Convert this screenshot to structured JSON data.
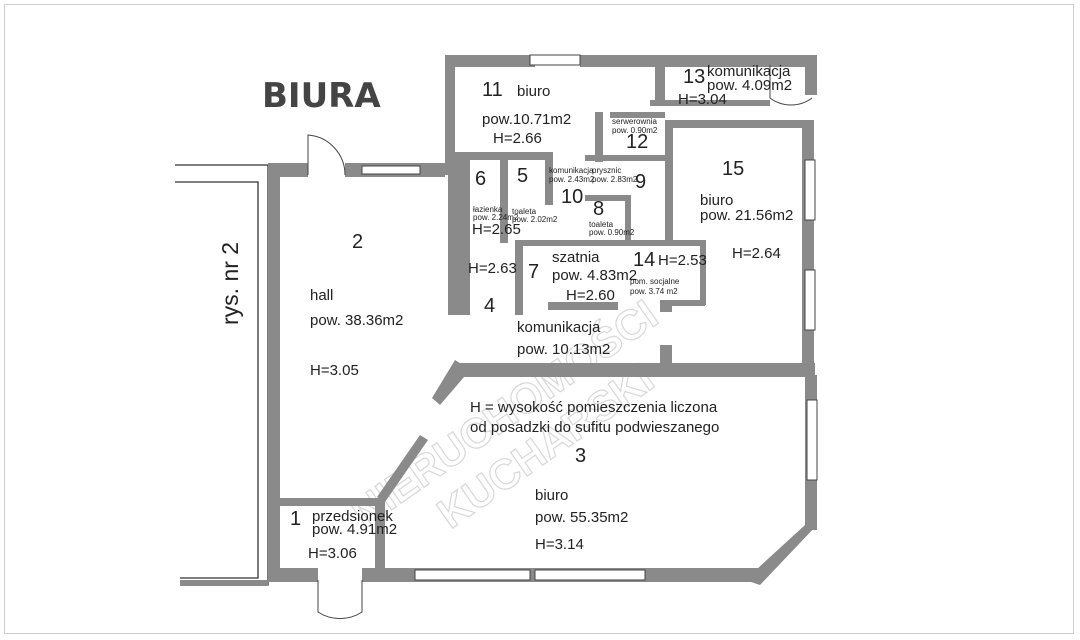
{
  "title": "BIURA",
  "street_label": "rys. nr 2",
  "watermark": [
    "NIERUCHOMOŚCI",
    "KUCHARSKI"
  ],
  "note_line1": "H = wysokość pomieszczenia liczona",
  "note_line2": "od posadzki do sufitu podwieszanego",
  "rooms": [
    {
      "num": "1",
      "name": "przedsionek",
      "area": "pow. 4.91m2",
      "height": "H=3.06"
    },
    {
      "num": "2",
      "name": "hall",
      "area": "pow. 38.36m2",
      "height": "H=3.05"
    },
    {
      "num": "3",
      "name": "biuro",
      "area": "pow. 55.35m2",
      "height": "H=3.14"
    },
    {
      "num": "4",
      "name": "komunikacja",
      "area": "pow. 10.13m2",
      "height": "H=2.63"
    },
    {
      "num": "5",
      "name": "toaleta",
      "area": "pow. 2.02m2",
      "height": ""
    },
    {
      "num": "6",
      "name": "łazienka",
      "area": "pow. 2.24m2",
      "height": "H=2.65"
    },
    {
      "num": "7",
      "name": "szatnia",
      "area": "pow. 4.83m2",
      "height": "H=2.60"
    },
    {
      "num": "8",
      "name": "toaleta",
      "area": "pow. 0.90m2",
      "height": ""
    },
    {
      "num": "9",
      "name": "prysznic",
      "area": "pow. 2.83m2",
      "height": ""
    },
    {
      "num": "10",
      "name": "komunikacja",
      "area": "pow. 2.43m2",
      "height": ""
    },
    {
      "num": "11",
      "name": "biuro",
      "area": "pow.10.71m2",
      "height": "H=2.66"
    },
    {
      "num": "12",
      "name": "serwerownia",
      "area": "pow. 0.90m2",
      "height": ""
    },
    {
      "num": "13",
      "name": "komunikacja",
      "area": "pow. 4.09m2",
      "height": "H=3.04"
    },
    {
      "num": "14",
      "name": "pom. socjalne",
      "area": "pow. 3.74 m2",
      "height": "H=2.53"
    },
    {
      "num": "15",
      "name": "biuro",
      "area": "pow. 21.56m2",
      "height": "H=2.64"
    }
  ]
}
